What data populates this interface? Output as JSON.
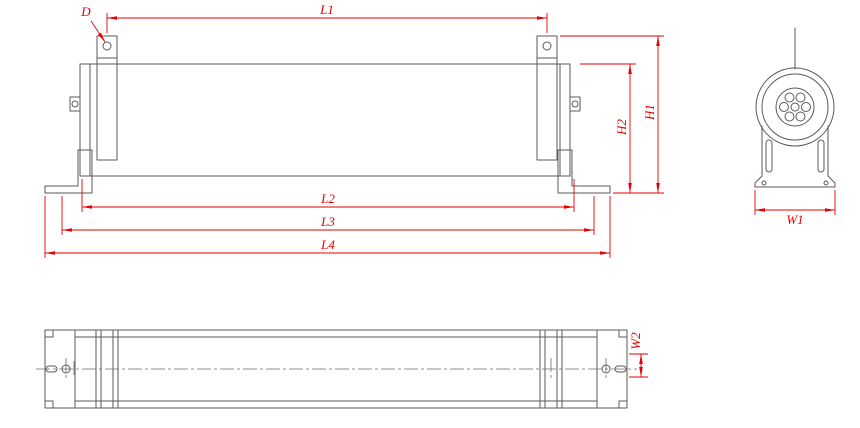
{
  "drawing": {
    "labels": {
      "hole_diameter": "D",
      "l1": "L1",
      "l2": "L2",
      "l3": "L3",
      "l4": "L4",
      "h1": "H1",
      "h2": "H2",
      "w1": "W1",
      "w2": "W2"
    },
    "colors": {
      "dimension": "#e60000",
      "outline": "#5a5a5a",
      "centerline": "#6b6b6b",
      "background": "#ffffff"
    }
  }
}
